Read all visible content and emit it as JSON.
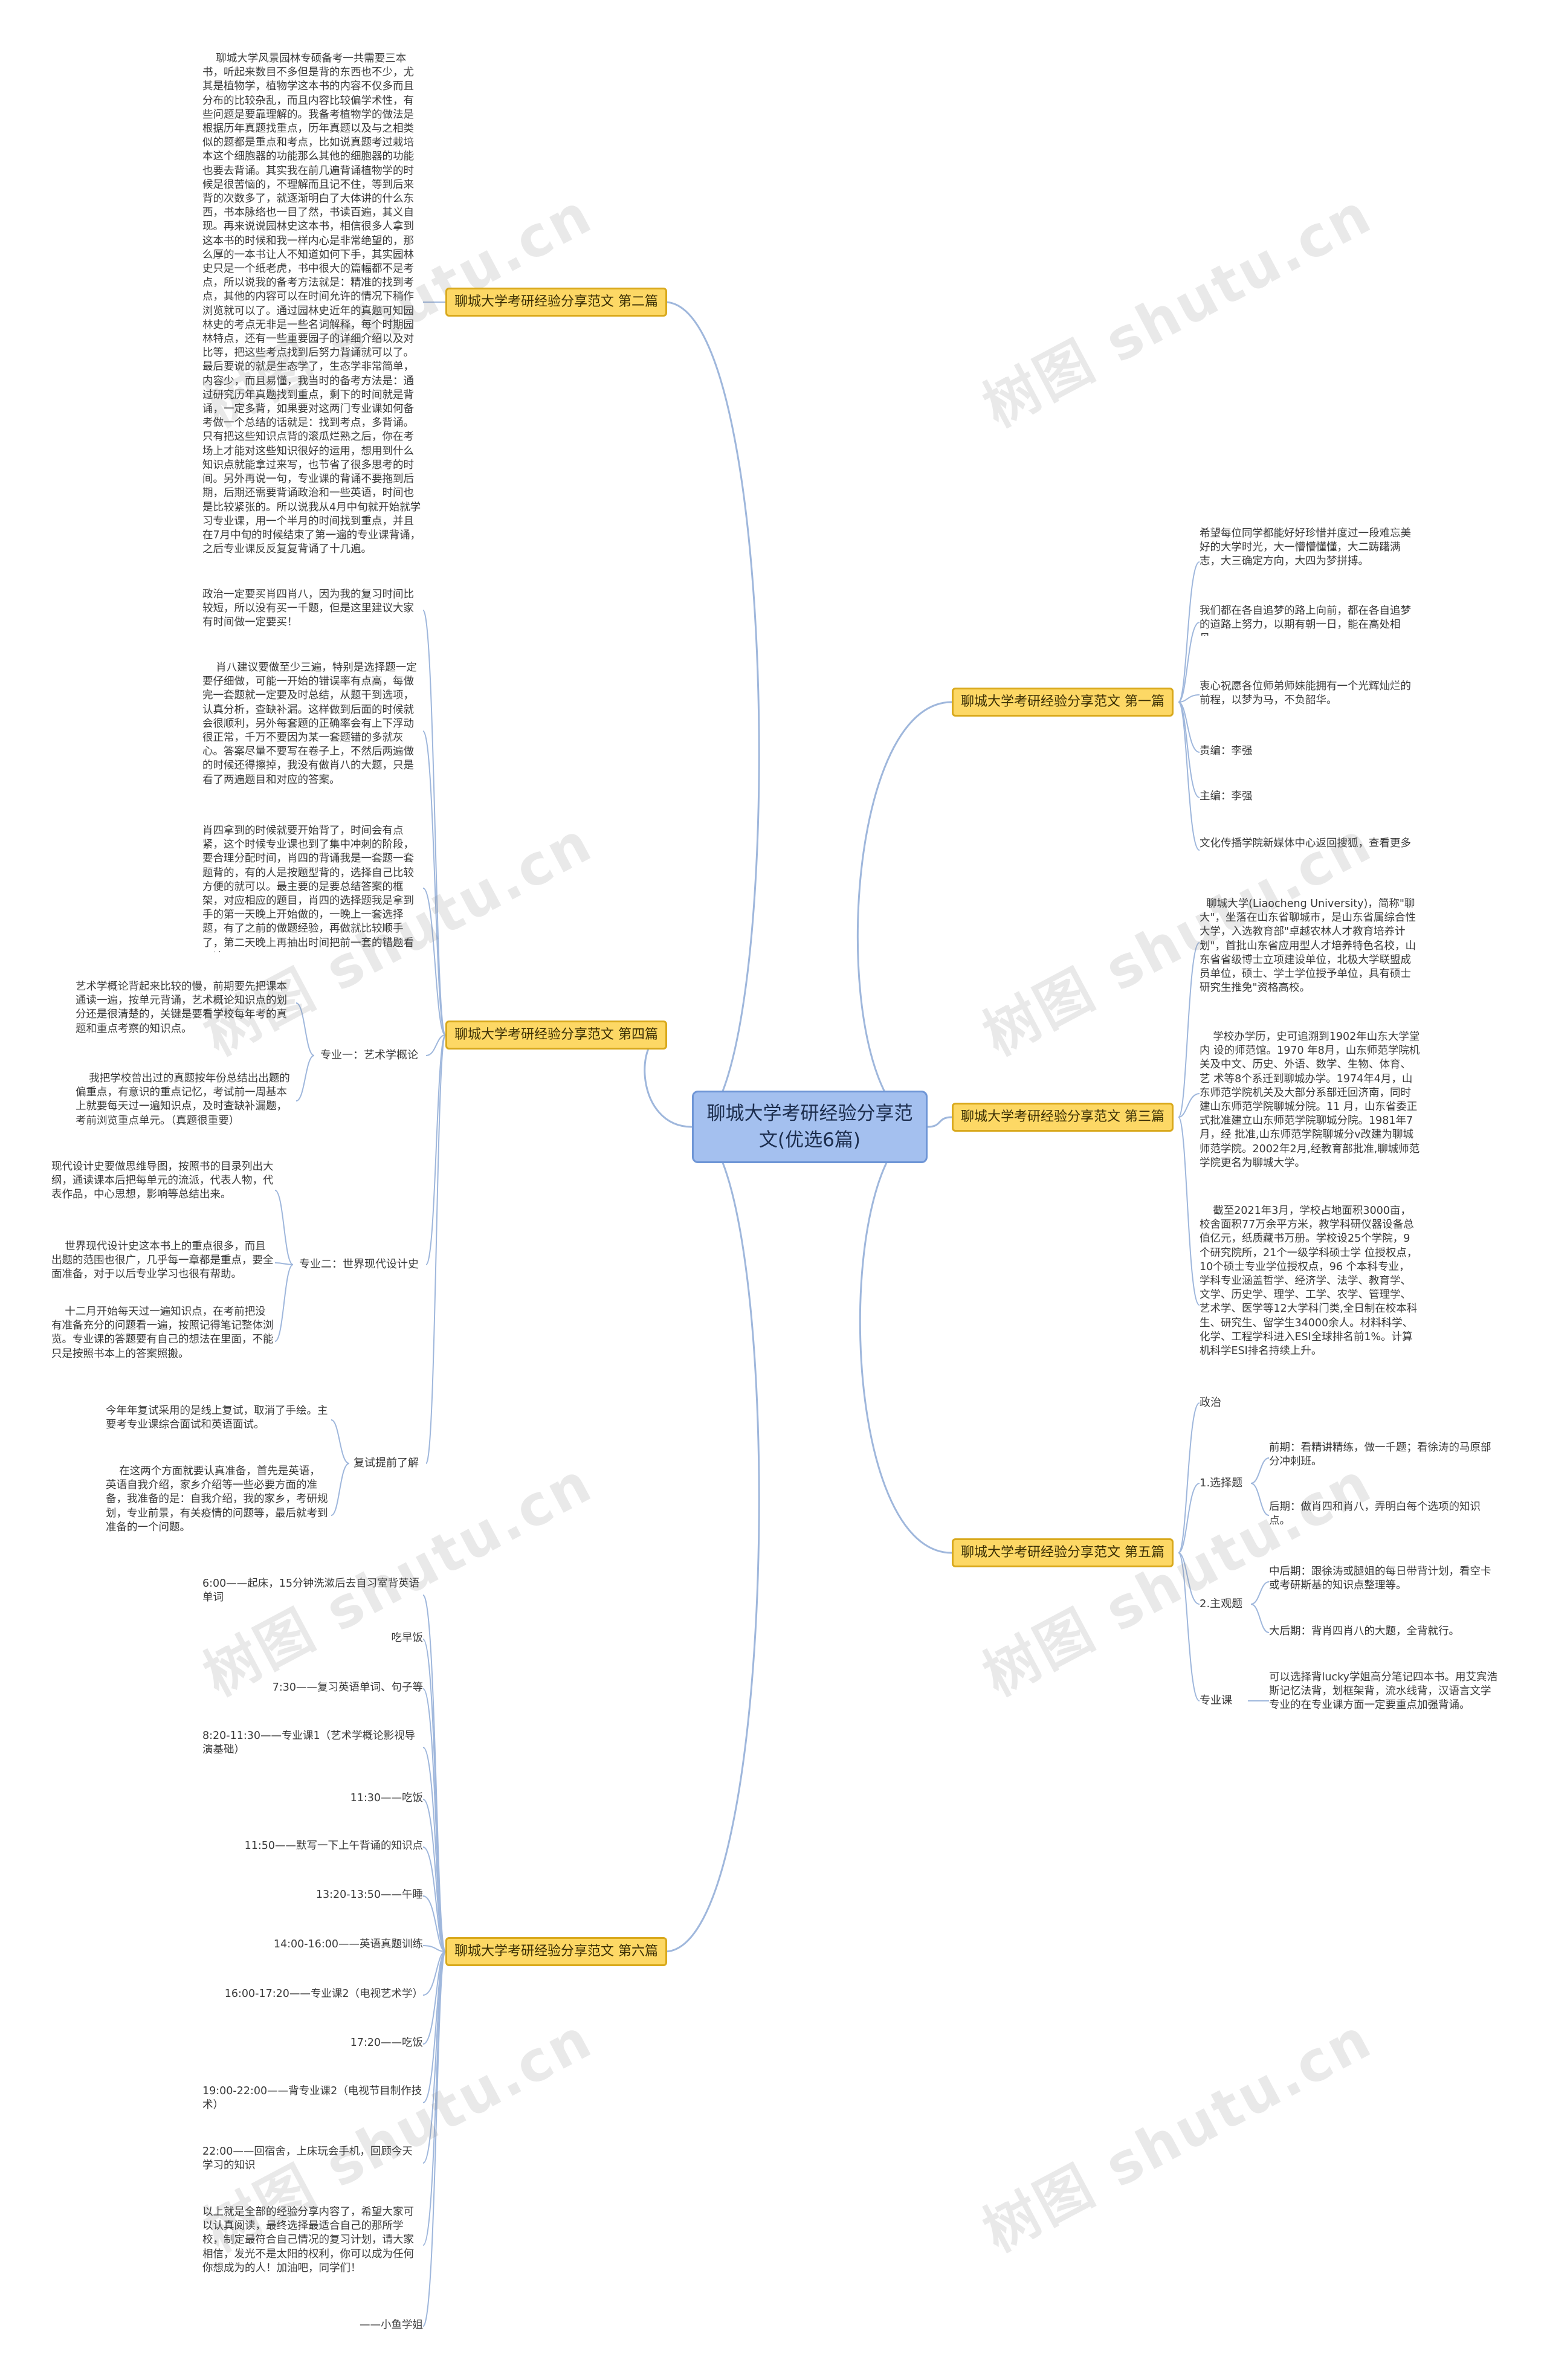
{
  "root": {
    "title": "聊城大学考研经验分享范文(优选6篇)"
  },
  "watermark": "树图 shutu.cn",
  "branches": {
    "b2": "聊城大学考研经验分享范文 第二篇",
    "b4": "聊城大学考研经验分享范文 第四篇",
    "b6": "聊城大学考研经验分享范文 第六篇",
    "b1": "聊城大学考研经验分享范文 第一篇",
    "b3": "聊城大学考研经验分享范文 第三篇",
    "b5": "聊城大学考研经验分享范文 第五篇"
  },
  "labels": {
    "b4_sub1": "专业一：艺术学概论",
    "b4_sub2": "专业二：世界现代设计史",
    "b4_sub3": "复试提前了解",
    "b5_politics": "政治",
    "b5_sub1": "1.选择题",
    "b5_sub2": "2.主观题",
    "b5_sub3": "专业课"
  },
  "leaves": {
    "b2_text": "    聊城大学风景园林专硕备考一共需要三本书，听起来数目不多但是背的东西也不少，尤其是植物学，植物学这本书的内容不仅多而且分布的比较杂乱，而且内容比较偏学术性，有些问题是要靠理解的。我备考植物学的做法是根据历年真题找重点，历年真题以及与之相类似的题都是重点和考点，比如说真题考过栽培本这个细胞器的功能那么其他的细胞器的功能也要去背诵。其实我在前几遍背诵植物学的时候是很苦恼的，不理解而且记不住，等到后来背的次数多了，就逐渐明白了大体讲的什么东西，书本脉络也一目了然，书读百遍，其义自现。再来说说园林史这本书，相信很多人拿到这本书的时候和我一样内心是非常绝望的，那么厚的一本书让人不知道如何下手，其实园林史只是一个纸老虎，书中很大的篇幅都不是考点，所以说我的备考方法就是：精准的找到考点，其他的内容可以在时间允许的情况下稍作浏览就可以了。通过园林史近年的真题可知园林史的考点无非是一些名词解释，每个时期园林特点，还有一些重要园子的详细介绍以及对比等，把这些考点找到后努力背诵就可以了。最后要说的就是生态学了，生态学非常简单，内容少，而且易懂，我当时的备考方法是：通过研究历年真题找到重点，剩下的时间就是背诵，一定多背，如果要对这两门专业课如何备考做一个总结的话就是：找到考点，多背诵。只有把这些知识点背的滚瓜烂熟之后，你在考场上才能对这些知识很好的运用，想用到什么知识点就能拿过来写，也节省了很多思考的时间。另外再说一句，专业课的背诵不要拖到后期，后期还需要背诵政治和一些英语，时间也是比较紧张的。所以说我从4月中旬就开始就学习专业课，用一个半月的时间找到重点，并且在7月中旬的时候结束了第一遍的专业课背诵，之后专业课反反复复背诵了十几遍。",
    "b4_politics": "政治一定要买肖四肖八，因为我的复习时间比较短，所以没有买一千题，但是这里建议大家有时间做一定要买！",
    "b4_xiao8": "    肖八建议要做至少三遍，特别是选择题一定要仔细做，可能一开始的错误率有点高，每做完一套题就一定要及时总结，从题干到选项，认真分析，查缺补漏。这样做到后面的时候就会很顺利，另外每套题的正确率会有上下浮动很正常，千万不要因为某一套题错的多就灰心。答案尽量不要写在卷子上，不然后两遍做的时候还得擦掉，我没有做肖八的大题，只是看了两遍题目和对应的答案。",
    "b4_xiao4": "肖四拿到的时候就要开始背了，时间会有点紧，这个时候专业课也到了集中冲刺的阶段，要合理分配时间，肖四的背诵我是一套题一套题背的，有的人是按题型背的，选择自己比较方便的就可以。最主要的是要总结答案的框架，对应相应的题目，肖四的选择题我是拿到手的第一天晚上开始做的，一晚上一套选择题，有了之前的做题经验，再做就比较顺手了，第二天晚上再抽出时间把前一套的错题看一遍。",
    "b4_s1_a": "艺术学概论背起来比较的慢，前期要先把课本通读一遍，按单元背诵，艺术概论知识点的划分还是很清楚的，关键是要看学校每年考的真题和重点考察的知识点。",
    "b4_s1_b": "    我把学校曾出过的真题按年份总结出出题的偏重点，有意识的重点记忆，考试前一周基本上就要每天过一遍知识点，及时查缺补漏题，考前浏览重点单元。（真题很重要）",
    "b4_s2_a": "现代设计史要做思维导图，按照书的目录列出大纲，通读课本后把每单元的流派，代表人物，代表作品，中心思想，影响等总结出来。",
    "b4_s2_b": "    世界现代设计史这本书上的重点很多，而且出题的范围也很广，几乎每一章都是重点，要全面准备，对于以后专业学习也很有帮助。",
    "b4_s2_c": "    十二月开始每天过一遍知识点，在考前把没有准备充分的问题看一遍，按照记得笔记整体浏览。专业课的答题要有自己的想法在里面，不能只是按照书本上的答案照搬。",
    "b4_s3_a": "今年年复试采用的是线上复试，取消了手绘。主要考专业课综合面试和英语面试。",
    "b4_s3_b": "    在这两个方面就要认真准备，首先是英语，英语自我介绍，家乡介绍等一些必要方面的准备，我准备的是：自我介绍，我的家乡，考研规划，专业前景，有关疫情的问题等，最后就考到准备的一个问题。",
    "b6_1": "6:00——起床，15分钟洗漱后去自习室背英语单词",
    "b6_2": "吃早饭",
    "b6_3": "7:30——复习英语单词、句子等",
    "b6_4": "8:20-11:30——专业课1（艺术学概论影视导演基础）",
    "b6_5": "11:30——吃饭",
    "b6_6": "11:50——默写一下上午背诵的知识点",
    "b6_7": "13:20-13:50——午睡",
    "b6_8": "14:00-16:00——英语真题训练",
    "b6_9": "16:00-17:20——专业课2（电视艺术学）",
    "b6_10": "17:20——吃饭",
    "b6_11": "19:00-22:00——背专业课2（电视节目制作技术）",
    "b6_12": "22:00——回宿舍，上床玩会手机，回顾今天学习的知识",
    "b6_13": "以上就是全部的经验分享内容了，希望大家可以认真阅读，最终选择最适合自己的那所学校，制定最符合自己情况的复习计划，请大家相信，发光不是太阳的权利，你可以成为任何你想成为的人！加油吧，同学们！",
    "b6_14": "——小鱼学姐",
    "b1_1": "希望每位同学都能好好珍惜并度过一段难忘美好的大学时光，大一懵懵懂懂，大二踌躇满志，大三确定方向，大四为梦拼搏。",
    "b1_2": "我们都在各自追梦的路上向前，都在各自追梦的道路上努力，以期有朝一日，能在高处相见。",
    "b1_3": "衷心祝愿各位师弟师妹能拥有一个光辉灿烂的前程，以梦为马，不负韶华。",
    "b1_4": "责编：李强",
    "b1_5": "主编：李强",
    "b1_6": "文化传播学院新媒体中心返回搜狐，查看更多",
    "b3_1": "  聊城大学(Liaocheng University)，简称\"聊大\"，坐落在山东省聊城市，是山东省属综合性大学，入选教育部\"卓越农林人才教育培养计划\"，首批山东省应用型人才培养特色名校，山东省省级博士立项建设单位，北极大学联盟成员单位，硕士、学士学位授予单位，具有硕士研究生推免\"资格高校。",
    "b3_2": "    学校办学历，史可追溯到1902年山东大学堂内 设的师范馆。1970 年8月，山东师范学院机关及中文、历史、外语、数学、生物、体育、艺 术等8个系迁到聊城办学。1974年4月，山东师范学院机关及大部分系部迁回济南，同时 建山东师范学院聊城分院。11 月，山东省委正式批准建立山东师范学院聊城分院。1981年7月，经 批准,山东师范学院聊城分v改建为聊城师范学院。2002年2月,经教育部批准,聊城师范学院更名为聊城大学。",
    "b3_3": "    截至2021年3月，学校占地面积3000亩，校舍面积77万余平方米，教学科研仪器设备总值亿元，纸质藏书万册。学校设25个学院，9个研究院所，21个一级学科硕士学 位授权点，10个硕士专业学位授权点，96 个本科专业，学科专业涵盖哲学、经济学、法学、教育学、文学、历史学、理学、工学、农学、管理学、艺术学、医学等12大学科门类,全日制在校本科生、研究生、留学生34000余人。材料科学、化学、工程学科进入ESI全球排名前1%。计算机科学ESI排名持续上升。",
    "b5_1a": "前期：看精讲精练，做一千题；看徐涛的马原部分冲刺班。",
    "b5_1b": "后期：做肖四和肖八，弄明白每个选项的知识点。",
    "b5_2a": "中后期：跟徐涛或腿姐的每日带背计划，看空卡或考研斯基的知识点整理等。",
    "b5_2b": "大后期：背肖四肖八的大题，全背就行。",
    "b5_3a": "可以选择背lucky学姐高分笔记四本书。用艾宾浩斯记忆法背，划框架背，流水线背，汉语言文学专业的在专业课方面一定要重点加强背诵。"
  }
}
